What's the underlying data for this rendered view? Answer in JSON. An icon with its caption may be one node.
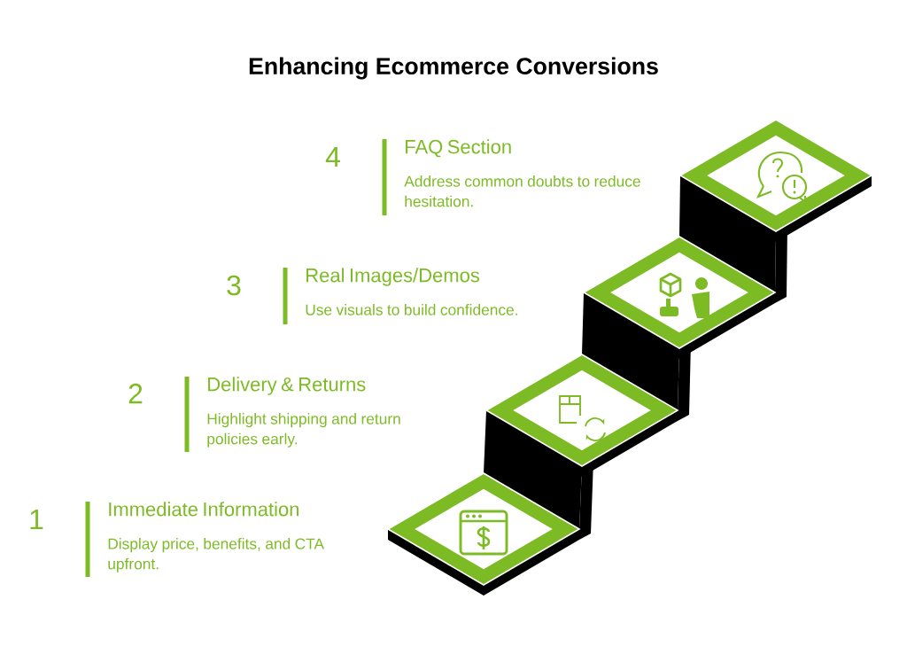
{
  "diagram": {
    "title": "Enhancing Ecommerce Conversions",
    "nodes": [
      {
        "text": [
          "FAQ Section",
          "Address common doubts to reduce hesitation."
        ],
        "beside": [
          "4"
        ]
      },
      {
        "text": [
          "Real Images/Demos",
          "Use visuals to build confidence."
        ],
        "beside": [
          "3"
        ]
      },
      {
        "text": [
          "Delivery & Returns",
          "Highlight shipping and return policies early."
        ],
        "beside": [
          "2"
        ]
      },
      {
        "text": [
          "Immediate Information",
          "Display price, benefits, and CTA upfront."
        ],
        "beside": [
          "1"
        ]
      }
    ]
  }
}
